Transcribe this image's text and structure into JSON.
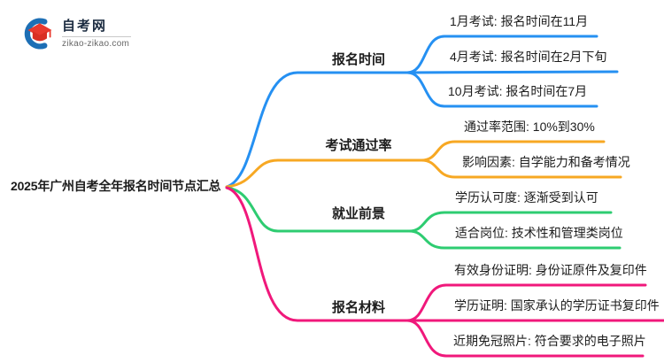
{
  "logo": {
    "title": "自考网",
    "domain": "zikao-zikao.com",
    "brand_blue": "#1d6fb5",
    "brand_red": "#e8392e"
  },
  "root": {
    "label": "2025年广州自考全年报名时间节点汇总"
  },
  "branches": [
    {
      "label": "报名时间",
      "color": "#2590f2",
      "leaves": [
        "1月考试: 报名时间在11月",
        "4月考试: 报名时间在2月下旬",
        "10月考试: 报名时间在7月"
      ]
    },
    {
      "label": "考试通过率",
      "color": "#f7a823",
      "leaves": [
        "通过率范围: 10%到30%",
        "影响因素: 自学能力和备考情况"
      ]
    },
    {
      "label": "就业前景",
      "color": "#2ecc71",
      "leaves": [
        "学历认可度: 逐渐受到认可",
        "适合岗位: 技术性和管理类岗位"
      ]
    },
    {
      "label": "报名材料",
      "color": "#f0187b",
      "leaves": [
        "有效身份证明: 身份证原件及复印件",
        "学历证明: 国家承认的学历证书复印件",
        "近期免冠照片: 符合要求的电子照片"
      ]
    }
  ]
}
